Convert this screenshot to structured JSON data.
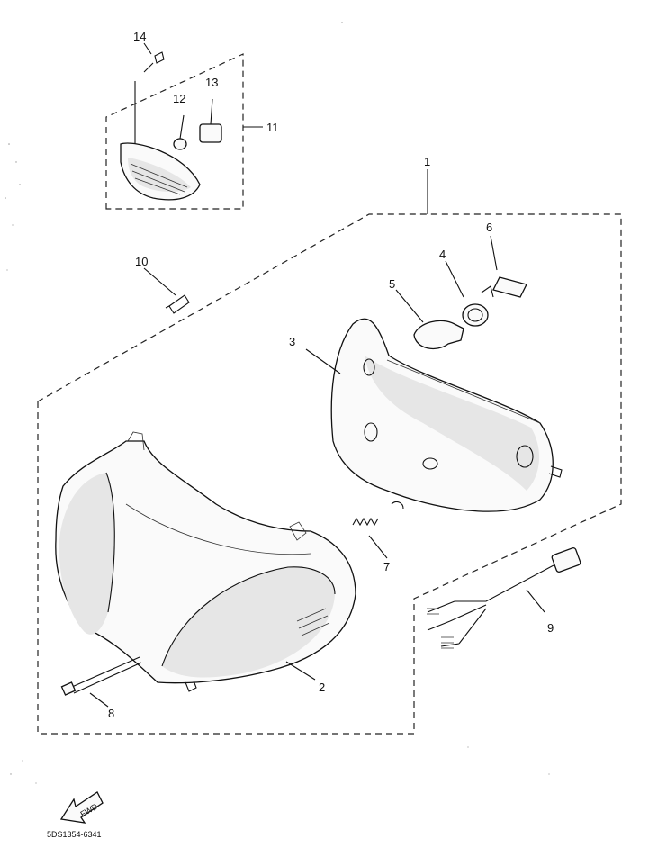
{
  "diagram": {
    "callouts": {
      "c1": "1",
      "c2": "2",
      "c3": "3",
      "c4": "4",
      "c5": "5",
      "c6": "6",
      "c7": "7",
      "c8": "8",
      "c9": "9",
      "c10": "10",
      "c11": "11",
      "c12": "12",
      "c13": "13",
      "c14": "14"
    },
    "fwd_label": "FWD",
    "figure_code": "5DS1354-6341"
  }
}
